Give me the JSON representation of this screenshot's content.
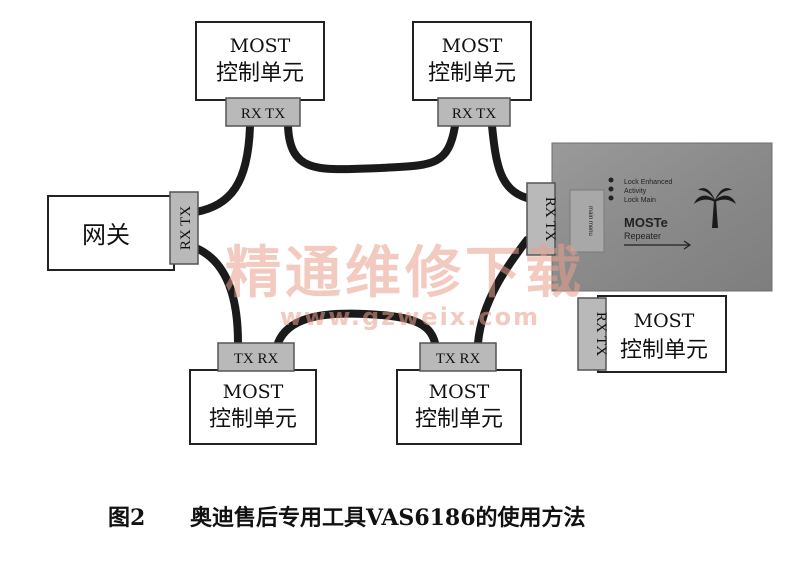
{
  "diagram": {
    "unit_top_label": "MOST",
    "unit_bottom_label": "控制单元",
    "port_rx": "RX",
    "port_tx": "TX",
    "port_rx_tx": "RX TX",
    "port_tx_rx": "TX RX",
    "gateway_label": "网关",
    "repeater": {
      "brand": "MOSTe",
      "subtitle": "Repeater",
      "status_lines": [
        "Lock Enhanced",
        "Activity",
        "Lock Main"
      ],
      "side_text": "main menu"
    },
    "colors": {
      "cable": "#1a1a1a",
      "port_fill": "#b9b9b9",
      "device_fill": "#8e8e8e",
      "watermark": "#f0b8a8"
    }
  },
  "watermark": {
    "cn": "精通维修下载",
    "url": "www.gzweix.com"
  },
  "caption": {
    "figure_no": "图2",
    "text": "奥迪售后专用工具VAS6186的使用方法"
  }
}
